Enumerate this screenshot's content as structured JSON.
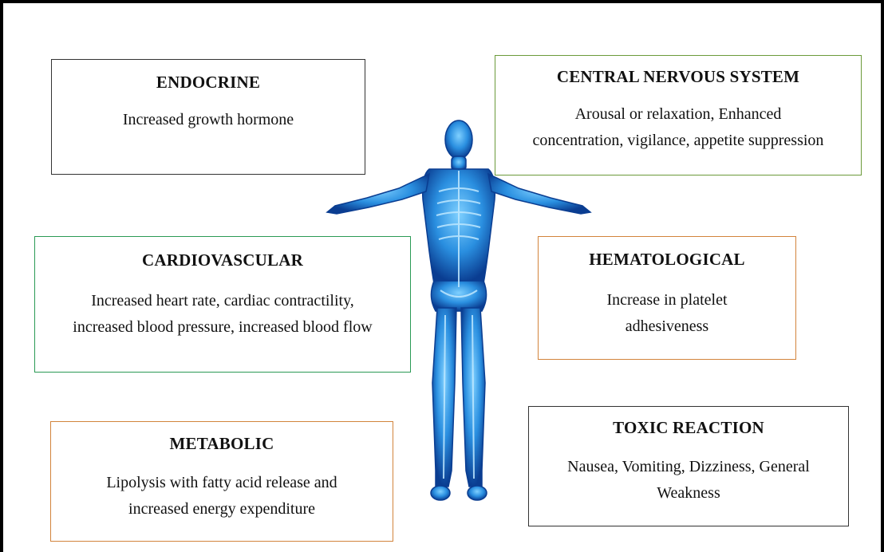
{
  "colors": {
    "frame": "#000000",
    "endocrine_border": "#333333",
    "cns_border": "#6b9a3a",
    "cardio_border": "#2a9a55",
    "hematological_border": "#d2843c",
    "metabolic_border": "#d2843c",
    "toxic_border": "#333333",
    "body_glow": "#2a8fe0",
    "body_dark": "#0a3d91"
  },
  "figure_icon": "human-body-skeleton",
  "boxes": {
    "endocrine": {
      "title": "ENDOCRINE",
      "lines": [
        "Increased growth hormone"
      ]
    },
    "cns": {
      "title": "CENTRAL NERVOUS SYSTEM",
      "lines": [
        "Arousal or relaxation, Enhanced",
        "concentration, vigilance, appetite suppression"
      ]
    },
    "cardiovascular": {
      "title": "CARDIOVASCULAR",
      "lines": [
        "Increased heart rate, cardiac contractility,",
        "increased blood pressure, increased blood flow"
      ]
    },
    "hematological": {
      "title": "HEMATOLOGICAL",
      "lines": [
        "Increase in platelet",
        "adhesiveness"
      ]
    },
    "metabolic": {
      "title": "METABOLIC",
      "lines": [
        "Lipolysis with fatty acid release and",
        "increased energy expenditure"
      ]
    },
    "toxic": {
      "title": "TOXIC REACTION",
      "lines": [
        "Nausea, Vomiting, Dizziness, General",
        "Weakness"
      ]
    }
  }
}
